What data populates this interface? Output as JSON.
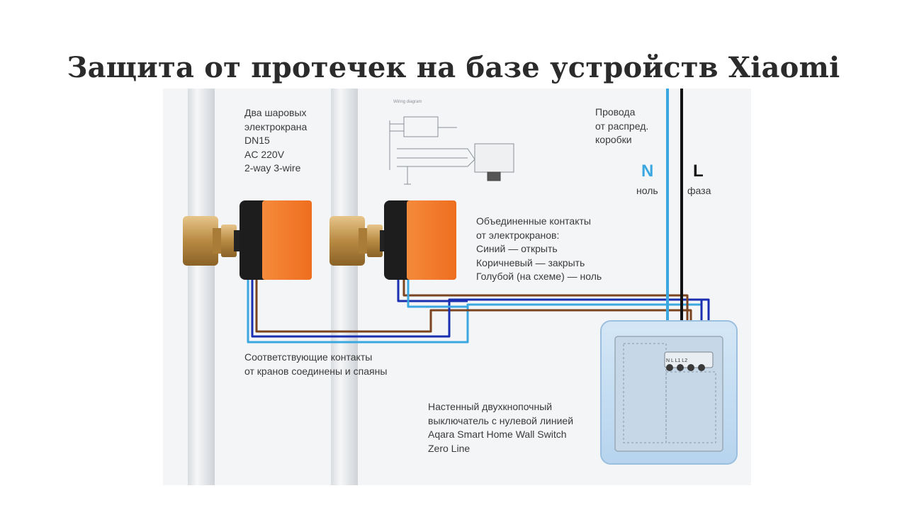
{
  "title": "Защита от протечек на базе устройств Xiaomi",
  "labels": {
    "valves": "Два шаровых\nэлектрокрана\nDN15\nAC 220V\n2-way 3-wire",
    "wires_from_box": "Провода\nот распред.\nкоробки",
    "neutral_letter": "N",
    "neutral_word": "ноль",
    "phase_letter": "L",
    "phase_word": "фаза",
    "combined_contacts": "Объединенные контакты\nот электрокранов:\nСиний — открыть\nКоричневый — закрыть\nГолубой (на схеме) — ноль",
    "soldered_contacts": "Соответствующие контакты\nот кранов соединены и спаяны",
    "switch_desc": "Настенный двухкнопочный\nвыключатель с нулевой линией\nAqara Smart Home Wall Switch\nZero Line"
  },
  "colors": {
    "wire_light_blue": "#3aa7e0",
    "wire_blue": "#1a2fb0",
    "wire_brown": "#7a4420",
    "wire_black": "#111111",
    "actuator_orange": "#f07a2a",
    "pipe": "#e9ebee"
  }
}
